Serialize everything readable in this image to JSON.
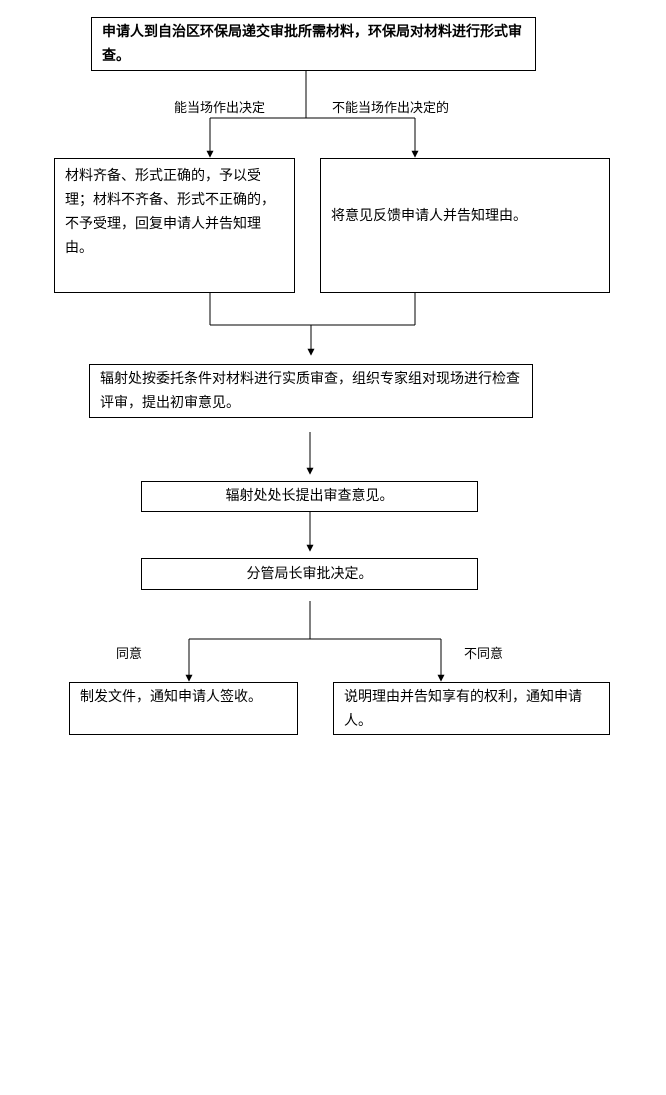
{
  "steps": {
    "apply": "申请人到自治区环保局递交审批所需材料，环保局对材料进行形式审查。",
    "accept": "材料齐备、形式正确的，予以受理；材料不齐备、形式不正确的，不予受理，回复申请人并告知理由。",
    "feedback": "将意见反馈申请人并告知理由。",
    "review": "辐射处按委托条件对材料进行实质审查，组织专家组对现场进行检查评审，提出初审意见。",
    "chief": "辐射处处长提出审查意见。",
    "decision": "分管局长审批决定。",
    "issue": "制发文件，通知申请人签收。",
    "explain": "说明理由并告知享有的权利，通知申请人。"
  },
  "branches": {
    "on_site": "能当场作出决定",
    "not_on_site": "不能当场作出决定的",
    "agree": "同意",
    "disagree": "不同意"
  }
}
